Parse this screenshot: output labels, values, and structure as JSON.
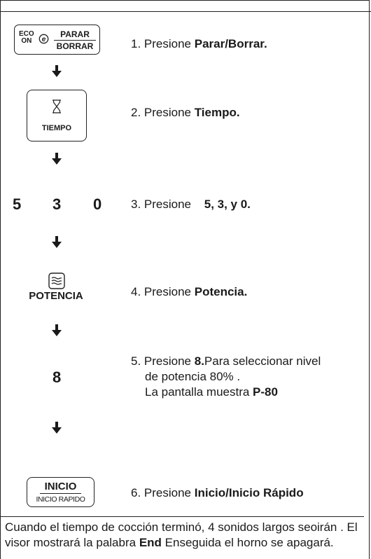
{
  "eco_button": {
    "eco_label": "ECO",
    "on_label": "ON",
    "e_symbol": "e",
    "top_label": "PARAR",
    "bottom_label": "BORRAR",
    "icon": "eco-e-icon"
  },
  "tiempo_button": {
    "icon": "hourglass-icon",
    "label": "TIEMPO"
  },
  "digits": [
    "5",
    "3",
    "0"
  ],
  "potencia": {
    "icon": "microwave-waves-icon",
    "label": "POTENCIA"
  },
  "power_digit": "8",
  "inicio_button": {
    "top_label": "INICIO",
    "bottom_label": "INICIO RAPIDO"
  },
  "steps": [
    {
      "prefix": "1. Presione ",
      "bold": "Parar/Borrar."
    },
    {
      "prefix": "2. Presione ",
      "bold": "Tiempo."
    },
    {
      "prefix": "3. Presione ",
      "bold": "5, 3, y 0."
    },
    {
      "prefix": "4. Presione ",
      "bold": "Potencia."
    },
    {
      "prefix": "5. Presione ",
      "bold": "8.",
      "rest": "Para seleccionar nivel",
      "line2": "de potencia 80%  .",
      "line3_prefix": "La pantalla muestra ",
      "line3_bold": "P-80"
    },
    {
      "prefix": "6. Presione ",
      "bold": "Inicio/Inicio Rápido"
    }
  ],
  "footnote": {
    "part1": "Cuando el tiempo de cocción terminó, 4 sonidos largos seoirán . El visor mostrará la palabra ",
    "bold": "End",
    "part2": " Enseguida el horno se apagará."
  },
  "colors": {
    "text": "#1a1a1a",
    "border": "#222222",
    "background": "#ffffff"
  }
}
